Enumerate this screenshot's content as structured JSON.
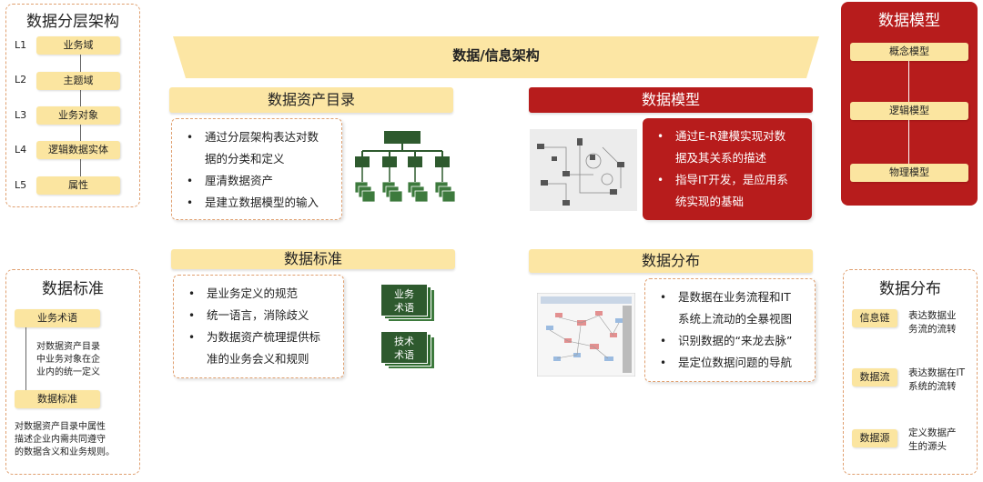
{
  "left_layers": {
    "title": "数据分层架构",
    "levels": [
      {
        "num": "L1",
        "label": "业务域"
      },
      {
        "num": "L2",
        "label": "主题域"
      },
      {
        "num": "L3",
        "label": "业务对象"
      },
      {
        "num": "L4",
        "label": "逻辑数据实体"
      },
      {
        "num": "L5",
        "label": "属性"
      }
    ]
  },
  "left_standard": {
    "title": "数据标准",
    "term_label": "业务术语",
    "term_desc": [
      "对数据资产目录",
      "中业务对象在企",
      "业内的统一定义"
    ],
    "std_label": "数据标准",
    "std_desc": [
      "对数据资产目录中属性",
      "描述企业内需共同遵守",
      "的数据含义和业务规则。"
    ]
  },
  "banner": {
    "title": "数据/信息架构"
  },
  "asset_catalog": {
    "title": "数据资产目录",
    "bullets": [
      "通过分层架构表达对数",
      "据的分类和定义",
      "厘清数据资产",
      "是建立数据模型的输入"
    ]
  },
  "data_model_center": {
    "title": "数据模型",
    "bullets": [
      "通过E-R建模实现对数",
      "据及其关系的描述",
      "指导IT开发，是应用系",
      "统实现的基础"
    ]
  },
  "data_standard_center": {
    "title": "数据标准",
    "bullets": [
      "是业务定义的规范",
      "统一语言，消除歧义",
      "为数据资产梳理提供标",
      "准的业务会义和规则"
    ],
    "stack1": [
      "业务",
      "术语"
    ],
    "stack2": [
      "技术",
      "术语"
    ]
  },
  "data_distribution_center": {
    "title": "数据分布",
    "bullets": [
      "是数据在业务流程和IT",
      "系统上流动的全暴视图",
      "识别数据的“来龙去脉”",
      "是定位数据问题的导航"
    ]
  },
  "right_model": {
    "title": "数据模型",
    "items": [
      "概念模型",
      "逻辑模型",
      "物理模型"
    ]
  },
  "right_distribution": {
    "title": "数据分布",
    "rows": [
      {
        "label": "信息链",
        "desc": [
          "表达数据业",
          "务流的流转"
        ]
      },
      {
        "label": "数据流",
        "desc": [
          "表达数据在IT",
          "系统的流转"
        ]
      },
      {
        "label": "数据源",
        "desc": [
          "定义数据产",
          "生的源头"
        ]
      }
    ]
  },
  "colors": {
    "accent_red": "#b71c1c",
    "label_yellow": "#fbe5a0",
    "dashed_border": "#e0a070",
    "tree_green": "#2e5a2e"
  }
}
